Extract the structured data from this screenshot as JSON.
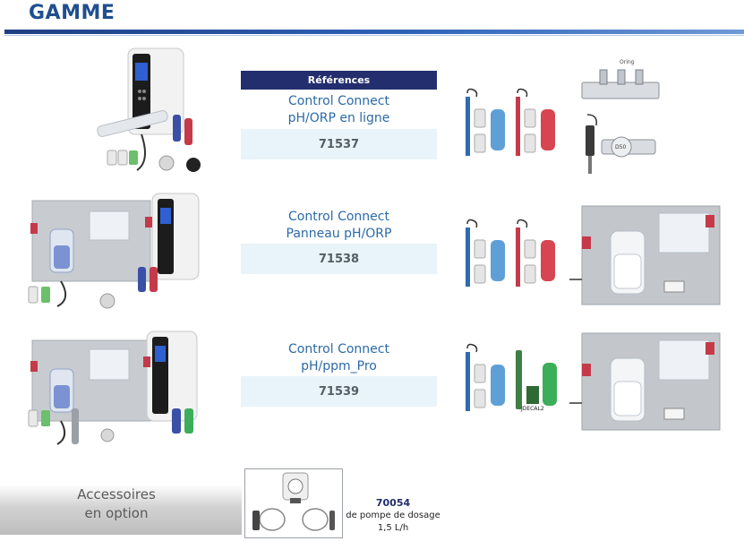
{
  "page": {
    "title": "GAMME"
  },
  "references": {
    "header": "Références",
    "products": [
      {
        "name_line1": "Control Connect",
        "name_line2": "pH/ORP en ligne",
        "ref": "71537"
      },
      {
        "name_line1": "Control Connect",
        "name_line2": "Panneau pH/ORP",
        "ref": "71538"
      },
      {
        "name_line1": "Control Connect",
        "name_line2": "pH/ppm_Pro",
        "ref": "71539"
      }
    ]
  },
  "diagrams": {
    "oring_label": "Oring",
    "d50_label": "D50",
    "jdecal_label": "JDECAL2"
  },
  "accessories": {
    "label_line1": "Accessoires",
    "label_line2": "en option",
    "ref": "70054",
    "desc_line1": "de pompe de dosage",
    "desc_line2": "1,5 L/h"
  },
  "colors": {
    "title": "#1f4f8f",
    "header_bg": "#232e6e",
    "ref_bg": "#e8f3fa",
    "product_name": "#2c6aa8"
  }
}
